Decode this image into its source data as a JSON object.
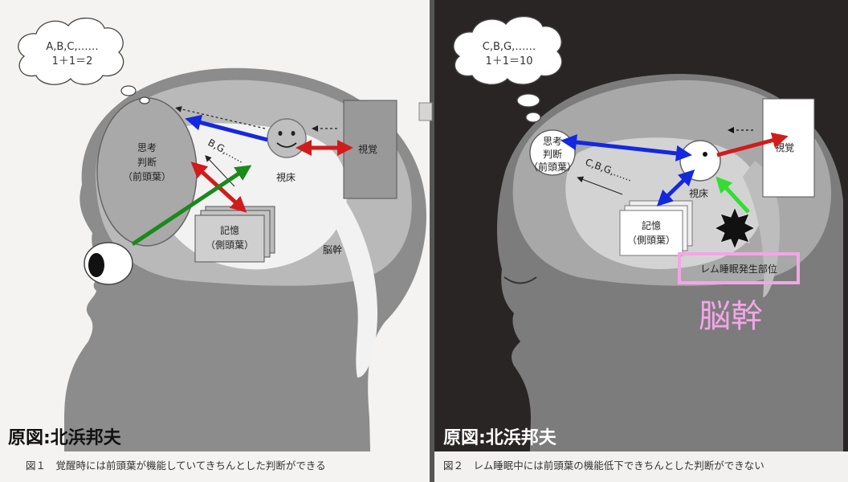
{
  "left_panel": {
    "bubble_line1": "A,B,C,……",
    "bubble_line2": "1＋1＝2",
    "thinking_line1": "思考",
    "thinking_line2": "判断",
    "thinking_line3": "（前頭葉）",
    "thalamus": "視床",
    "vision": "視覚",
    "memory_line1": "記憶",
    "memory_line2": "（側頭葉）",
    "brainstem": "脳幹",
    "flow_text": "B,G,……",
    "credit": "原図:北浜邦夫",
    "caption": "図１　覚醒時には前頭葉が機能していてきちんとした判断ができる"
  },
  "right_panel": {
    "bubble_line1": "C,B,G,……",
    "bubble_line2": "1＋1＝10",
    "thinking_line1": "思考",
    "thinking_line2": "判断",
    "thinking_line3": "（前頭葉）",
    "thalamus": "視床",
    "vision": "視覚",
    "memory_line1": "記憶",
    "memory_line2": "（側頭葉）",
    "flow_text": "C,B,G,……",
    "rem_box": "レム睡眠発生部位",
    "brainstem_big": "脳幹",
    "credit": "原図:北浜邦夫",
    "caption": "図２　レム睡眠中には前頭葉の機能低下できちんとした判断ができない"
  },
  "colors": {
    "blue_arrow": "#1428e0",
    "red_arrow": "#d21b1b",
    "green_arrow": "#1a8a1a",
    "bright_green_arrow": "#33dd33",
    "pink_highlight": "#f2a6e6",
    "dark_bg": "#2a2525"
  }
}
